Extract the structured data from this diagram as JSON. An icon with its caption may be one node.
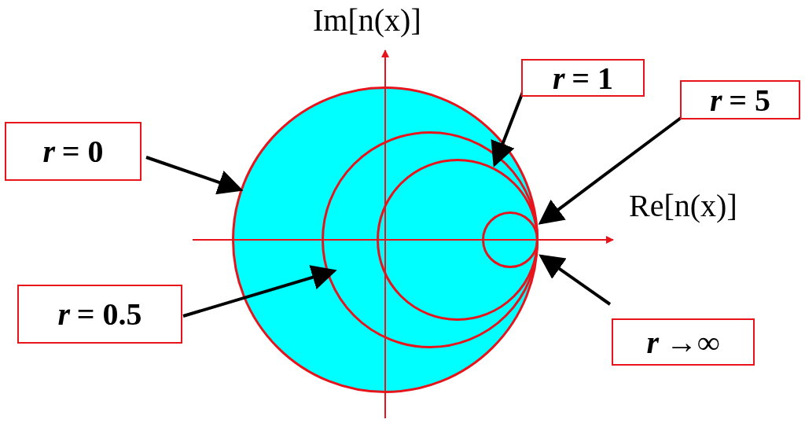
{
  "diagram": {
    "nodes": [
      {
        "text": [
          "*r* = 1"
        ]
      },
      {
        "text": [
          "*r* = 5"
        ]
      },
      {
        "text": [
          "*r* = 0"
        ]
      },
      {
        "text": [
          "*r* = 0.5"
        ]
      },
      {
        "text": [
          "*r* →∞"
        ]
      },
      {
        "text": [],
        "shape": "circle"
      },
      {
        "text": [],
        "shape": "circle",
        "in": 5
      },
      {
        "text": [],
        "shape": "circle",
        "in": 6
      },
      {
        "text": [],
        "shape": "circle",
        "in": 7
      }
    ],
    "edges": [
      {
        "from": 2,
        "to": 5,
        "arrow": "to"
      },
      {
        "from": 0,
        "to": 7,
        "arrow": "to"
      },
      {
        "from": 1,
        "to": 8,
        "arrow": "to"
      },
      {
        "from": 3,
        "to": 6,
        "arrow": "to"
      },
      {
        "from": 4,
        "to": 8,
        "arrow": "to"
      }
    ],
    "labels": [
      "Im[n(x)]",
      "Re[n(x)]"
    ]
  }
}
